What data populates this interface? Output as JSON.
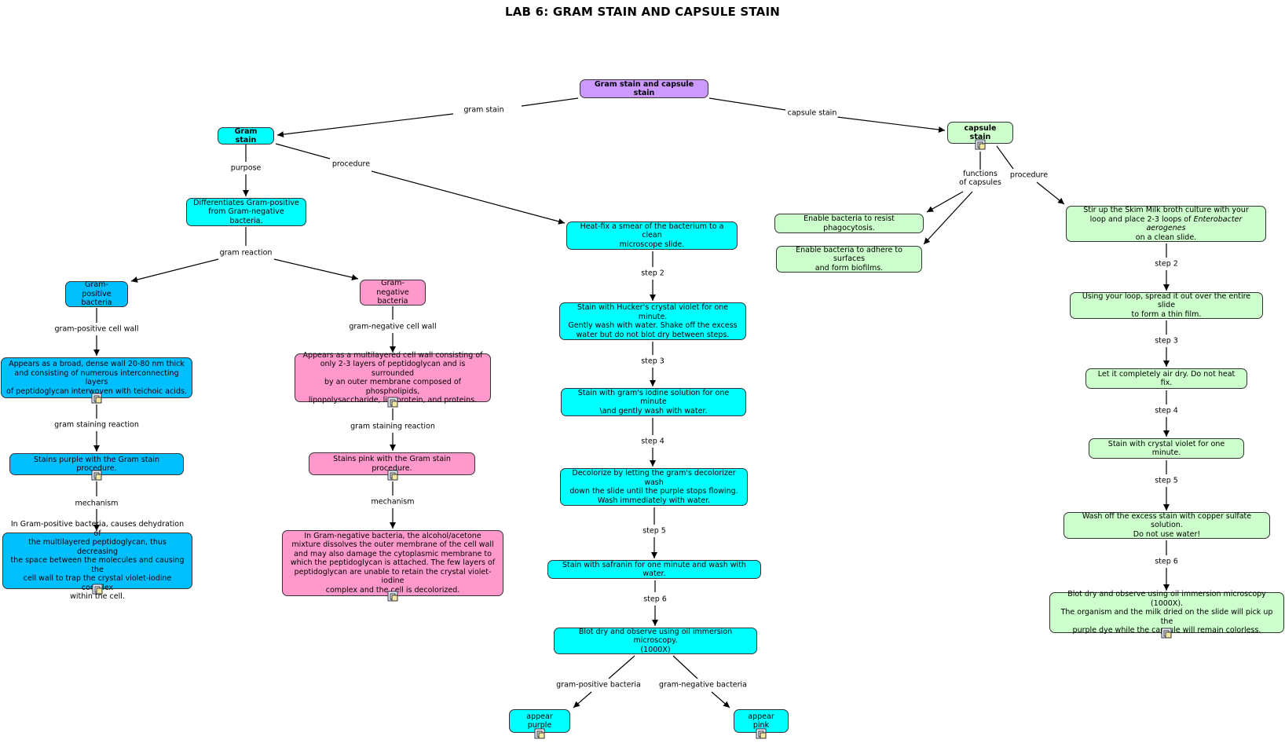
{
  "title": "LAB 6: GRAM STAIN AND CAPSULE STAIN",
  "nodes": {
    "root": "Gram stain and capsule stain",
    "gram_stain": "Gram stain",
    "capsule_stain": "capsule stain",
    "differentiates": "Differentiates Gram-positive\nfrom Gram-negative bacteria.",
    "gram_positive": "Gram-positive\nbacteria",
    "gram_negative": "Gram-negative\nbacteria",
    "gp_wall": "Appears as a broad, dense wall 20-80 nm thick\nand consisting of numerous interconnecting layers\nof peptidoglycan interwoven with teichoic acids.",
    "gn_wall": "Appears as a multilayered cell wall consisting of\nonly 2-3 layers of peptidoglycan and is surrounded\nby an outer membrane composed of phospholipids,\nlipopolysaccharide, lipoprotein, and proteins.",
    "gp_purple": "Stains purple with the Gram stain procedure.",
    "gn_pink": "Stains pink with the Gram stain procedure.",
    "gp_mech": "In Gram-positive bacteria, causes dehydration of\nthe multilayered peptidoglycan, thus decreasing\nthe space between the molecules and causing the\ncell wall to trap the crystal violet-iodine complex\nwithin the cell.",
    "gn_mech": "In Gram-negative bacteria, the alcohol/acetone\nmixture dissolves the outer membrane of the cell wall\nand may also damage the cytoplasmic membrane to\nwhich the peptidoglycan is attached. The few layers of\npeptidoglycan are unable to retain the crystal violet-iodine\ncomplex and the cell is decolorized.",
    "g1": "Heat-fix a smear of the bacterium to a clean\nmicroscope slide.",
    "g2": "Stain with Hucker's crystal violet for one minute.\nGently wash with water. Shake off the excess\nwater but do not blot dry between steps.",
    "g3": "Stain with gram's iodine solution for one minute\n\\and gently wash with water.",
    "g4": "Decolorize by letting the gram's decolorizer wash\ndown the slide until the purple stops flowing.\nWash immediately with water.",
    "g5": "Stain with safranin for one minute and wash with water.",
    "g6": "Blot dry and observe using oil immersion microscopy.\n(1000X)",
    "appear_purple": "appear purple",
    "appear_pink": "appear pink",
    "phago": "Enable bacteria to resist phagocytosis.",
    "adhere": "Enable bacteria to adhere to surfaces\nand form biofilms.",
    "c1_pre": "Stir up the Skim Milk broth culture with your\nloop and place 2-3 loops of ",
    "c1_italic": "Enterobacter aerogenes",
    "c1_post": "\non a clean slide.",
    "c2": "Using your loop, spread it out over the entire slide\nto form a thin film.",
    "c3": "Let it completely air dry. Do not heat fix.",
    "c4": "Stain with crystal violet for one minute.",
    "c5": "Wash off the excess stain with copper sulfate solution.\nDo not use water!",
    "c6": "Blot dry and observe using oil immersion microscopy (1000X).\nThe organism and the milk dried on the slide will pick up the\npurple dye while the capsule will remain colorless."
  },
  "links": {
    "gram_stain": "gram stain",
    "capsule_stain": "capsule stain",
    "purpose": "purpose",
    "procedure": "procedure",
    "gram_reaction": "gram reaction",
    "gp_cell_wall": "gram-positive cell wall",
    "gn_cell_wall": "gram-negative cell wall",
    "gram_staining_reaction": "gram staining reaction",
    "mechanism": "mechanism",
    "step2": "step 2",
    "step3": "step 3",
    "step4": "step 4",
    "step5": "step 5",
    "step6": "step 6",
    "gp_bacteria": "gram-positive bacteria",
    "gn_bacteria": "gram-negative bacteria",
    "functions_of_capsules": "functions\nof capsules"
  },
  "colors": {
    "root": "#CC99FF",
    "gram": "#00FFFF",
    "gram_positive": "#00BFFF",
    "gram_negative": "#FF99CC",
    "capsule": "#CCFFCC",
    "line": "#000000"
  },
  "icons": {
    "resource": "resource-document-icon"
  }
}
